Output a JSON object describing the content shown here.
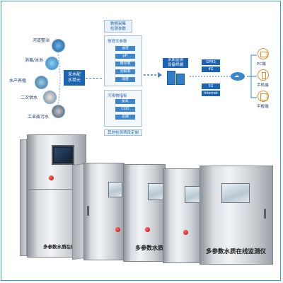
{
  "sources": [
    "河道整治",
    "消毒/泳池",
    "水产养殖",
    "二次供水",
    "工业废污水"
  ],
  "collection_unit": "采水配\n水单元",
  "data_collect_header": "数据采集\n检测参数",
  "routine_panel": {
    "title": "常规五参数",
    "items": [
      "温度",
      "pH",
      "电导率",
      "溶解氧",
      "浊度"
    ]
  },
  "pollution_panel": {
    "title": "污染物指标",
    "items": [
      "氨氮",
      "COD",
      "总磷"
    ]
  },
  "other_params": "其他检测项目定制",
  "platform": "水质监测\n设备终端",
  "networks": [
    "GPRS",
    "4G",
    "5G",
    "Internet"
  ],
  "devices": [
    "PC端",
    "手机端",
    "平板端"
  ],
  "cabinet_label": "多参数水质在线监测仪",
  "cabinet_label_short": "多参数水质",
  "colors": {
    "primary": "#1d64b0",
    "accent": "#3b86cf",
    "device_ring": "#e88a2b"
  }
}
